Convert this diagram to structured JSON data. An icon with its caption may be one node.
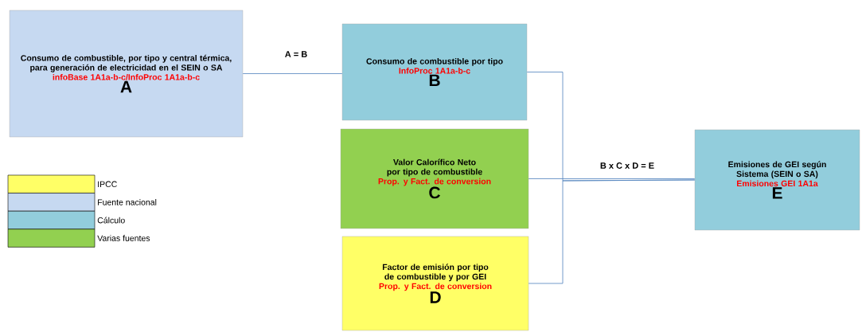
{
  "diagram": {
    "nodes": [
      {
        "text": [
          "Consumo de combustible, por tipo y central térmica, para generación de electricidad en el SEIN o SA",
          "infoBase 1A1a-b-c/InfoProc 1A1a-b-c",
          "A"
        ]
      },
      {
        "text": [
          "Consumo de combustible por tipo",
          "InfoProc 1A1a-b-c",
          "B"
        ]
      },
      {
        "text": [
          "Valor Calorífico Neto por tipo de combustible",
          "Prop. y Fact. de conversion",
          "C"
        ]
      },
      {
        "text": [
          "Factor de emisión por tipo de combustible y por GEI",
          "Prop. y Fact. de conversion",
          "D"
        ]
      },
      {
        "text": [
          "Emisiones de GEI según Sistema (SEIN o SA)",
          "Emisiones GEI 1A1a",
          "E"
        ]
      }
    ],
    "edges": [
      {
        "from": 0,
        "to": 1,
        "arrow": "none",
        "label": "A = B"
      },
      {
        "from": 1,
        "to": 4,
        "arrow": "none"
      },
      {
        "from": 2,
        "to": 4,
        "arrow": "none",
        "label": "B x C x D = E"
      },
      {
        "from": 3,
        "to": 4,
        "arrow": "none"
      }
    ],
    "legend": [
      {
        "text": "IPCC",
        "color": "#ffff66"
      },
      {
        "text": "Fuente nacional",
        "color": "#c6d9f1"
      },
      {
        "text": "Cálculo",
        "color": "#92cddc"
      },
      {
        "text": "Varias fuentes",
        "color": "#92d050"
      }
    ]
  }
}
